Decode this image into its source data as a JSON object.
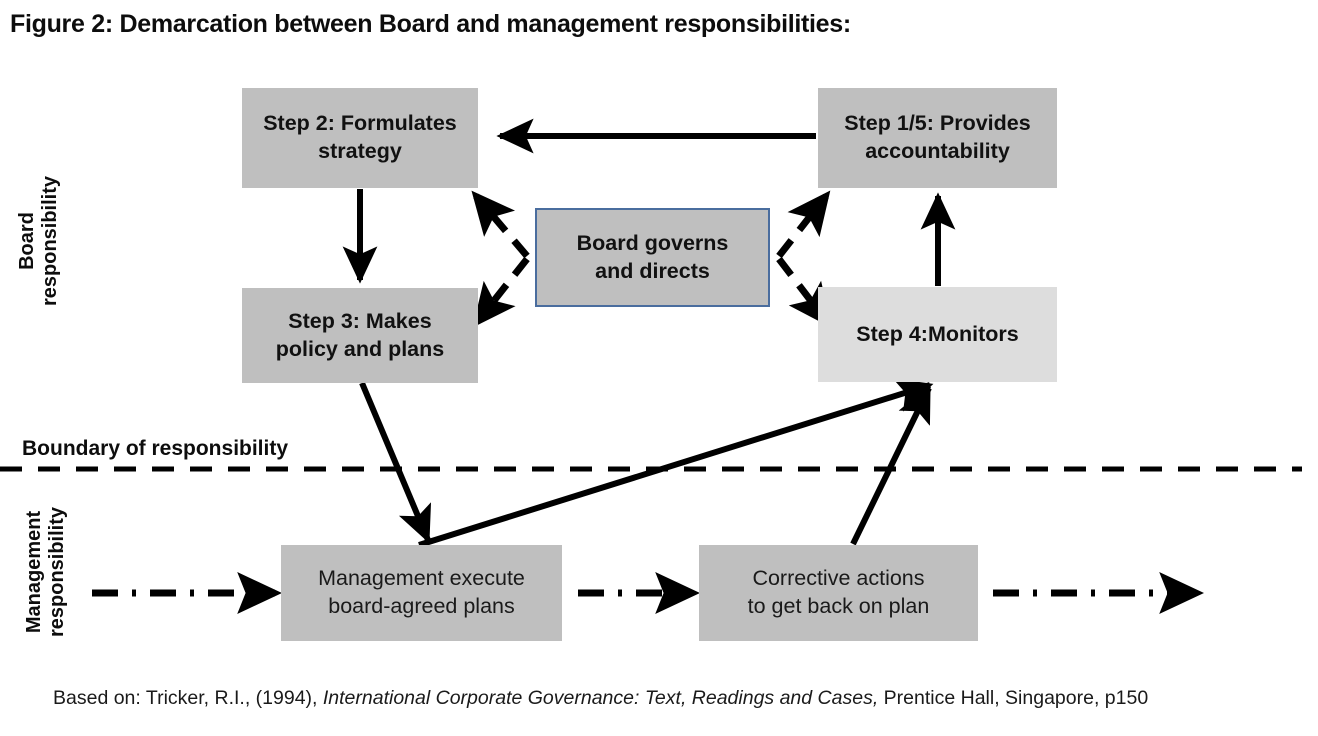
{
  "figure": {
    "title": "Figure 2: Demarcation between Board and management responsibilities:",
    "caption_parts": {
      "lead": "Based on: Tricker, R.I., (1994), ",
      "italic": "International Corporate Governance: Text, Readings and Cases,",
      "tail": " Prentice Hall, Singapore, p150"
    },
    "caption_full": "Based on: Tricker, R.I., (1994), International Corporate Governance: Text, Readings and Cases, Prentice Hall, Singapore, p150"
  },
  "zones": {
    "board_label": "Board\nresponsibility",
    "board_label_line1": "Board",
    "board_label_line2": "responsibility",
    "management_label_line1": "Management",
    "management_label_line2": "responsibility",
    "boundary_label": "Boundary of responsibility"
  },
  "nodes": {
    "step2": {
      "id": "step-2",
      "line1": "Step 2: Formulates",
      "line2": "strategy",
      "text": "Step 2: Formulates strategy",
      "fill": "#bfbfbf",
      "zone": "board"
    },
    "step15": {
      "id": "step-1-5",
      "line1": "Step 1/5: Provides",
      "line2": "accountability",
      "text": "Step 1/5: Provides accountability",
      "fill": "#bfbfbf",
      "zone": "board"
    },
    "center": {
      "id": "board-governs",
      "line1": "Board governs",
      "line2": "and directs",
      "text": "Board governs and directs",
      "fill": "#bfbfbf",
      "border": "#4a6d9e",
      "zone": "board"
    },
    "step3": {
      "id": "step-3",
      "line1": "Step 3: Makes",
      "line2": "policy and plans",
      "text": "Step 3: Makes policy and plans",
      "fill": "#bfbfbf",
      "zone": "board"
    },
    "step4": {
      "id": "step-4",
      "line1": "Step 4:Monitors",
      "line2": "",
      "text": "Step 4:Monitors",
      "fill": "#dddddd",
      "zone": "board"
    },
    "management_execute": {
      "id": "management-execute",
      "line1": "Management execute",
      "line2": "board-agreed plans",
      "text": "Management execute board-agreed plans",
      "fill": "#bfbfbf",
      "zone": "management"
    },
    "corrective_actions": {
      "id": "corrective-actions",
      "line1": "Corrective actions",
      "line2": "to get back on plan",
      "text": "Corrective actions to get back on plan",
      "fill": "#bfbfbf",
      "zone": "management"
    }
  },
  "connectors": [
    {
      "id": "step15-to-step2",
      "from": "step15",
      "to": "step2",
      "style": "solid"
    },
    {
      "id": "step2-to-step3",
      "from": "step2",
      "to": "step3",
      "style": "solid"
    },
    {
      "id": "step4-to-step15",
      "from": "step4",
      "to": "step15",
      "style": "solid"
    },
    {
      "id": "center-to-step2",
      "from": "center",
      "to": "step2",
      "style": "dashed"
    },
    {
      "id": "center-to-step15",
      "from": "center",
      "to": "step15",
      "style": "dashed"
    },
    {
      "id": "center-to-step3",
      "from": "center",
      "to": "step3",
      "style": "dashed"
    },
    {
      "id": "center-to-step4",
      "from": "center",
      "to": "step4",
      "style": "dashed"
    },
    {
      "id": "step3-to-management-execute",
      "from": "step3",
      "to": "management_execute",
      "style": "solid"
    },
    {
      "id": "management-execute-to-step4",
      "from": "management_execute",
      "to": "step4",
      "style": "solid"
    },
    {
      "id": "corrective-actions-to-step4",
      "from": "corrective_actions",
      "to": "step4",
      "style": "solid"
    },
    {
      "id": "inflow-to-management-execute",
      "from": "edge-left",
      "to": "management_execute",
      "style": "dash-dot"
    },
    {
      "id": "management-execute-to-corrective-actions",
      "from": "management_execute",
      "to": "corrective_actions",
      "style": "dash-dot"
    },
    {
      "id": "corrective-actions-to-edge",
      "from": "corrective_actions",
      "to": "edge-right",
      "style": "dash-dot"
    },
    {
      "id": "boundary-line",
      "from": "edge-left",
      "to": "edge-right",
      "style": "dashed-boundary"
    }
  ],
  "colors": {
    "box_fill": "#bfbfbf",
    "box_fill_light": "#dddddd",
    "center_border": "#4a6d9e",
    "line": "#000000",
    "text": "#0d0d0d",
    "background": "#ffffff"
  }
}
